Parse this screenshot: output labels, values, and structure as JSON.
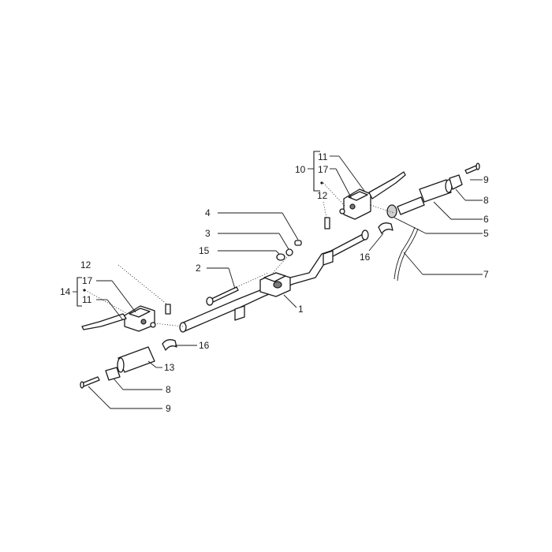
{
  "callouts": {
    "l11_top": "11",
    "l10": "10",
    "l17_top": "17",
    "l9_right": "9",
    "l12_top": "12",
    "l8_right": "8",
    "l4": "4",
    "l6": "6",
    "l5": "5",
    "l3": "3",
    "l15": "15",
    "l16_top": "16",
    "l2": "2",
    "l7": "7",
    "l12_left": "12",
    "l1": "1",
    "l17_left": "17",
    "l14": "14",
    "l11_left": "11",
    "l16_bottom": "16",
    "l13": "13",
    "l8_bottom": "8",
    "l9_bottom": "9"
  },
  "icons": {
    "handlebar": "handlebar-tube-icon",
    "lever": "brake-lever-icon",
    "grip": "handle-grip-icon",
    "bolt": "bolt-icon"
  }
}
